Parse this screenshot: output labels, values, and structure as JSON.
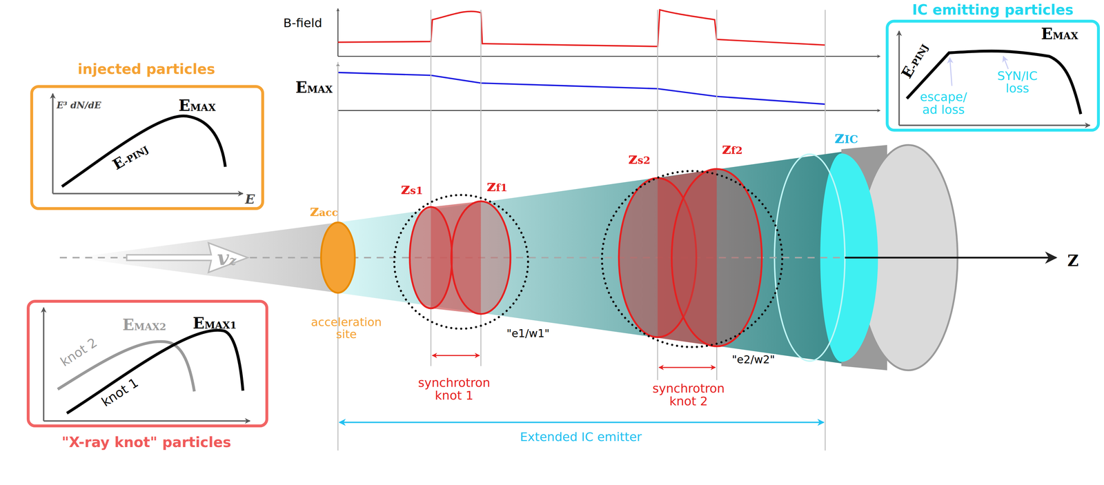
{
  "diagram": {
    "nodes": [
      {
        "text": [
          "injected particles",
          "E³ dN/dE",
          "EMAX",
          "E-PINJ",
          "E"
        ]
      },
      {
        "text": [
          "\"X-ray knot\" particles",
          "knot 2",
          "EMAX2",
          "EMAX1",
          "knot 1"
        ]
      },
      {
        "text": [
          "IC emitting particles",
          "E-PINJ",
          "EMAX",
          "escape/ ad loss",
          "SYN/IC loss"
        ]
      }
    ],
    "labels": [
      "B-field",
      "EMAX",
      "zacc",
      "acceleration site",
      "vz",
      "zs1",
      "zf1",
      "zs2",
      "zf2",
      "zIC",
      "\"e1/w1\"",
      "\"e2/w2\"",
      "synchrotron knot 1",
      "synchrotron knot 2",
      "Extended IC emitter",
      "Z"
    ]
  }
}
